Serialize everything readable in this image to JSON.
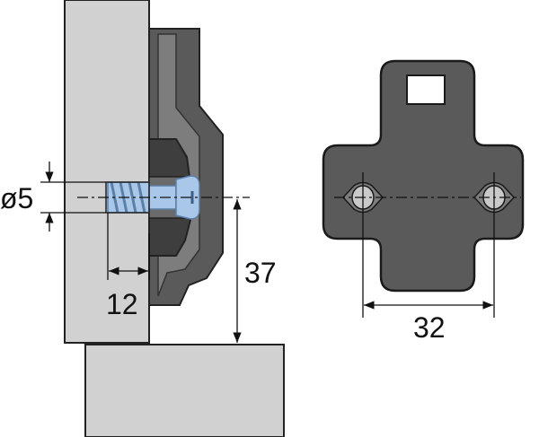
{
  "labels": {
    "diameter": "ø5",
    "depth": "12",
    "height": "37",
    "spacing": "32"
  },
  "colors": {
    "panel_fill": "#d1d1d1",
    "panel_stroke": "#222222",
    "plate_fill": "#5a5a5a",
    "plate_light": "#7d7d7d",
    "plate_dark": "#3e3e3e",
    "screw_fill": "#a9c7e8",
    "screw_dark": "#5b7fa6",
    "hole_fill": "#c9c9c9",
    "line": "#111111"
  }
}
